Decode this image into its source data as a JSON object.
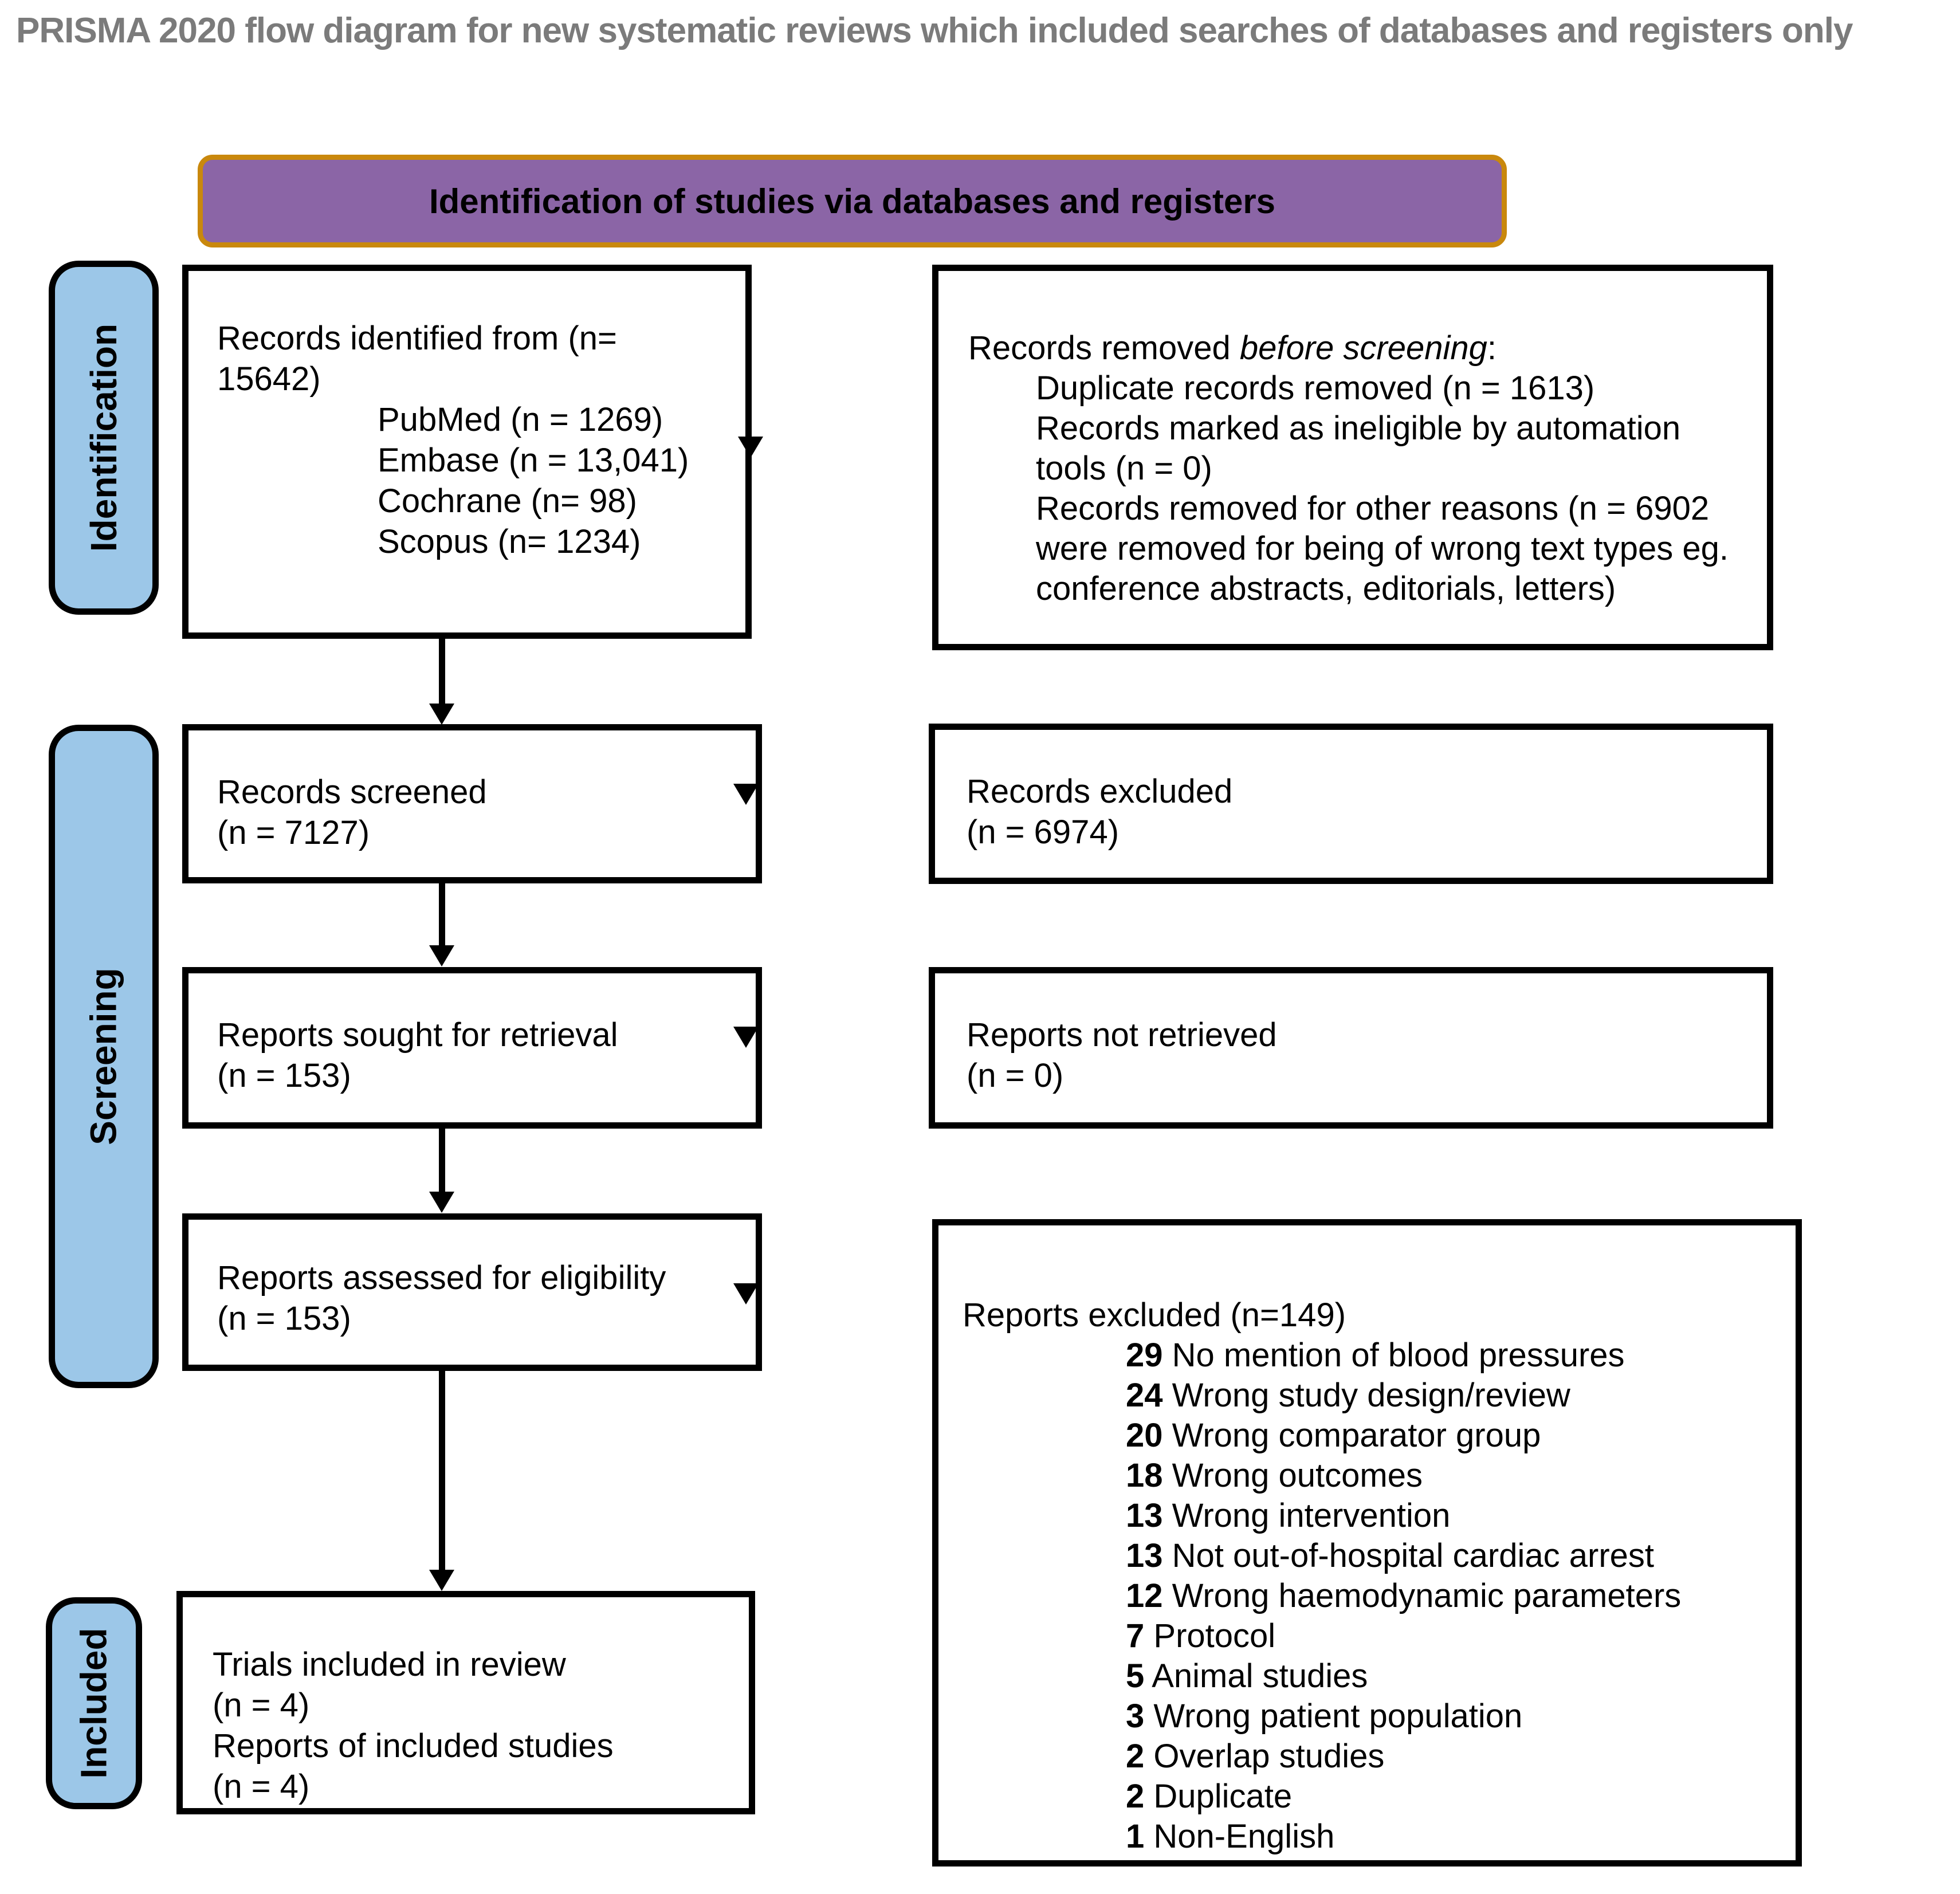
{
  "page_title": "PRISMA 2020 flow diagram for new systematic reviews which included searches of databases and registers only",
  "banner": {
    "label": "Identification of studies via databases and registers"
  },
  "stages": {
    "identification": "Identification",
    "screening": "Screening",
    "included": "Included"
  },
  "boxes": {
    "identified": {
      "line1": "Records identified from (n=",
      "line2": "15642)",
      "sources": [
        "PubMed (n = 1269)",
        "Embase (n = 13,041)",
        "Cochrane (n= 98)",
        "Scopus (n= 1234)"
      ]
    },
    "removed_before_screening": {
      "lead": "Records removed ",
      "lead_italic": "before screening",
      "lead_suffix": ":",
      "items": [
        "Duplicate records removed (n = 1613)",
        "Records marked as ineligible by automation tools (n = 0)",
        "Records removed for other reasons (n = 6902 were removed for being of wrong text types eg. conference abstracts, editorials, letters)"
      ]
    },
    "screened": {
      "line1": "Records screened",
      "line2": "(n = 7127)"
    },
    "records_excluded": {
      "line1": "Records excluded",
      "line2": "(n = 6974)"
    },
    "sought": {
      "line1": "Reports sought for retrieval",
      "line2": "(n = 153)"
    },
    "not_retrieved": {
      "line1": "Reports not retrieved",
      "line2": "(n = 0)"
    },
    "assessed": {
      "line1": "Reports assessed for eligibility",
      "line2": "(n = 153)"
    },
    "reports_excluded": {
      "heading": "Reports excluded (n=149)",
      "reasons": [
        {
          "count": "29",
          "label": "No mention of blood pressures"
        },
        {
          "count": "24",
          "label": "Wrong study design/review"
        },
        {
          "count": "20",
          "label": "Wrong comparator group"
        },
        {
          "count": "18",
          "label": "Wrong outcomes"
        },
        {
          "count": "13",
          "label": "Wrong intervention"
        },
        {
          "count": "13",
          "label": "Not out-of-hospital cardiac arrest"
        },
        {
          "count": "12",
          "label": "Wrong haemodynamic parameters"
        },
        {
          "count": "7",
          "label": "Protocol"
        },
        {
          "count": "5",
          "label": "Animal studies"
        },
        {
          "count": "3",
          "label": "Wrong patient population"
        },
        {
          "count": "2",
          "label": "Overlap studies"
        },
        {
          "count": "2",
          "label": "Duplicate"
        },
        {
          "count": "1",
          "label": "Non-English"
        }
      ]
    },
    "included_trials": {
      "line1": "Trials included in review",
      "line2": "(n = 4)",
      "line3": "Reports of included studies",
      "line4": "(n = 4)"
    }
  },
  "colors": {
    "stage_blue": "#9CC7E8",
    "banner_purple": "#8B65A6",
    "banner_gold": "#C9880D",
    "title_gray": "#7B7B7B"
  }
}
